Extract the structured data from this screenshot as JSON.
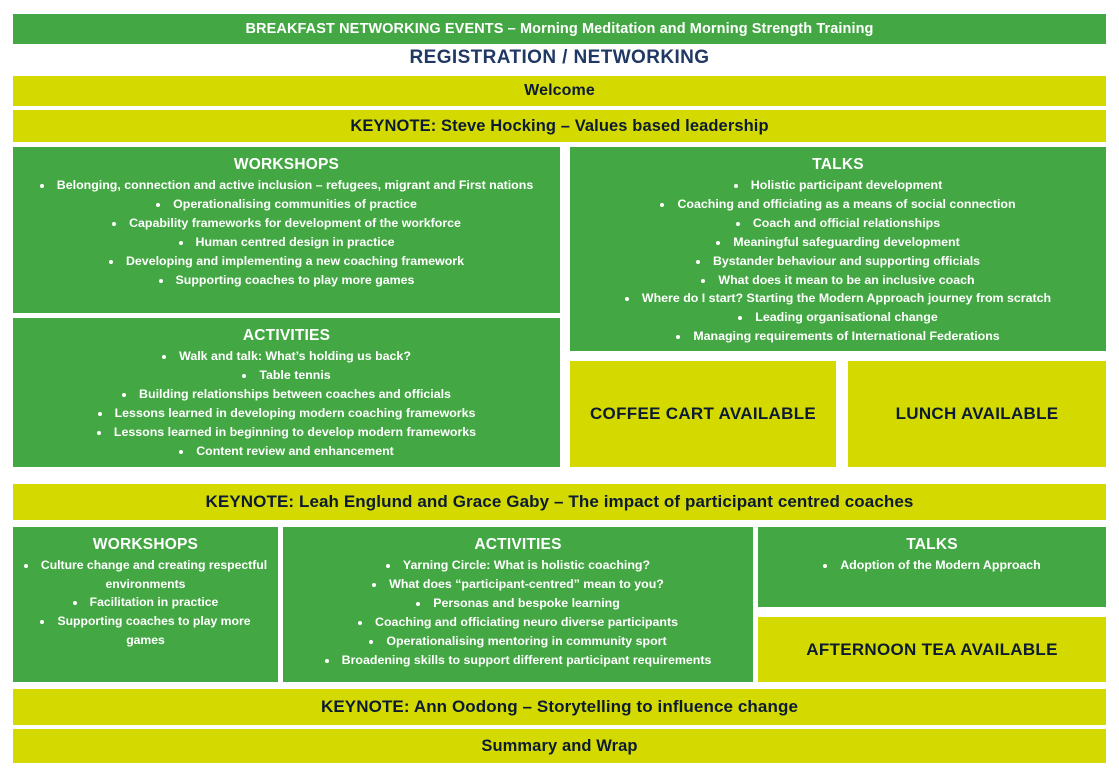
{
  "colors": {
    "green": "#43A843",
    "yellow": "#D4DA00",
    "navy": "#1F3864",
    "dark_text": "#0C1B32",
    "white": "#FFFFFF"
  },
  "header": {
    "breakfast": "BREAKFAST NETWORKING EVENTS – Morning Meditation and Morning Strength Training",
    "registration": "REGISTRATION / NETWORKING",
    "welcome": "Welcome",
    "keynote_1": "KEYNOTE: Steve Hocking – Values based leadership"
  },
  "morning": {
    "workshops": {
      "heading": "WORKSHOPS",
      "items": [
        "Belonging, connection and active inclusion – refugees, migrant and First nations",
        "Operationalising communities of practice",
        "Capability frameworks for development of the workforce",
        "Human centred design in practice",
        "Developing and implementing a new coaching framework",
        "Supporting coaches to play more games"
      ]
    },
    "activities": {
      "heading": "ACTIVITIES",
      "items": [
        "Walk and talk: What’s holding us back?",
        "Table tennis",
        "Building relationships between coaches and officials",
        "Lessons learned in developing modern coaching frameworks",
        "Lessons learned in beginning to develop modern frameworks",
        "Content review and enhancement"
      ]
    },
    "talks": {
      "heading": "TALKS",
      "items": [
        "Holistic participant development",
        "Coaching and officiating as a means of social connection",
        "Coach and official relationships",
        "Meaningful safeguarding development",
        "Bystander behaviour and supporting officials",
        "What does it mean to be an inclusive coach",
        "Where do I start? Starting the Modern Approach journey from scratch",
        "Leading organisational change",
        "Managing requirements of International Federations"
      ]
    },
    "coffee_cart": "COFFEE CART AVAILABLE",
    "lunch": "LUNCH AVAILABLE"
  },
  "keynote_2": "KEYNOTE: Leah Englund and Grace Gaby – The impact of participant centred coaches",
  "afternoon": {
    "workshops": {
      "heading": "WORKSHOPS",
      "items": [
        "Culture change and creating respectful environments",
        "Facilitation in practice",
        "Supporting coaches to play more games"
      ]
    },
    "activities": {
      "heading": "ACTIVITIES",
      "items": [
        "Yarning Circle: What is holistic coaching?",
        "What does “participant-centred” mean to you?",
        "Personas and bespoke learning",
        "Coaching and officiating neuro diverse participants",
        "Operationalising mentoring in community sport",
        "Broadening skills to support different participant requirements"
      ]
    },
    "talks": {
      "heading": "TALKS",
      "items": [
        "Adoption of the Modern Approach"
      ]
    },
    "afternoon_tea": "AFTERNOON TEA AVAILABLE"
  },
  "footer": {
    "keynote_3": "KEYNOTE: Ann Oodong – Storytelling to influence change",
    "summary": "Summary and Wrap"
  }
}
